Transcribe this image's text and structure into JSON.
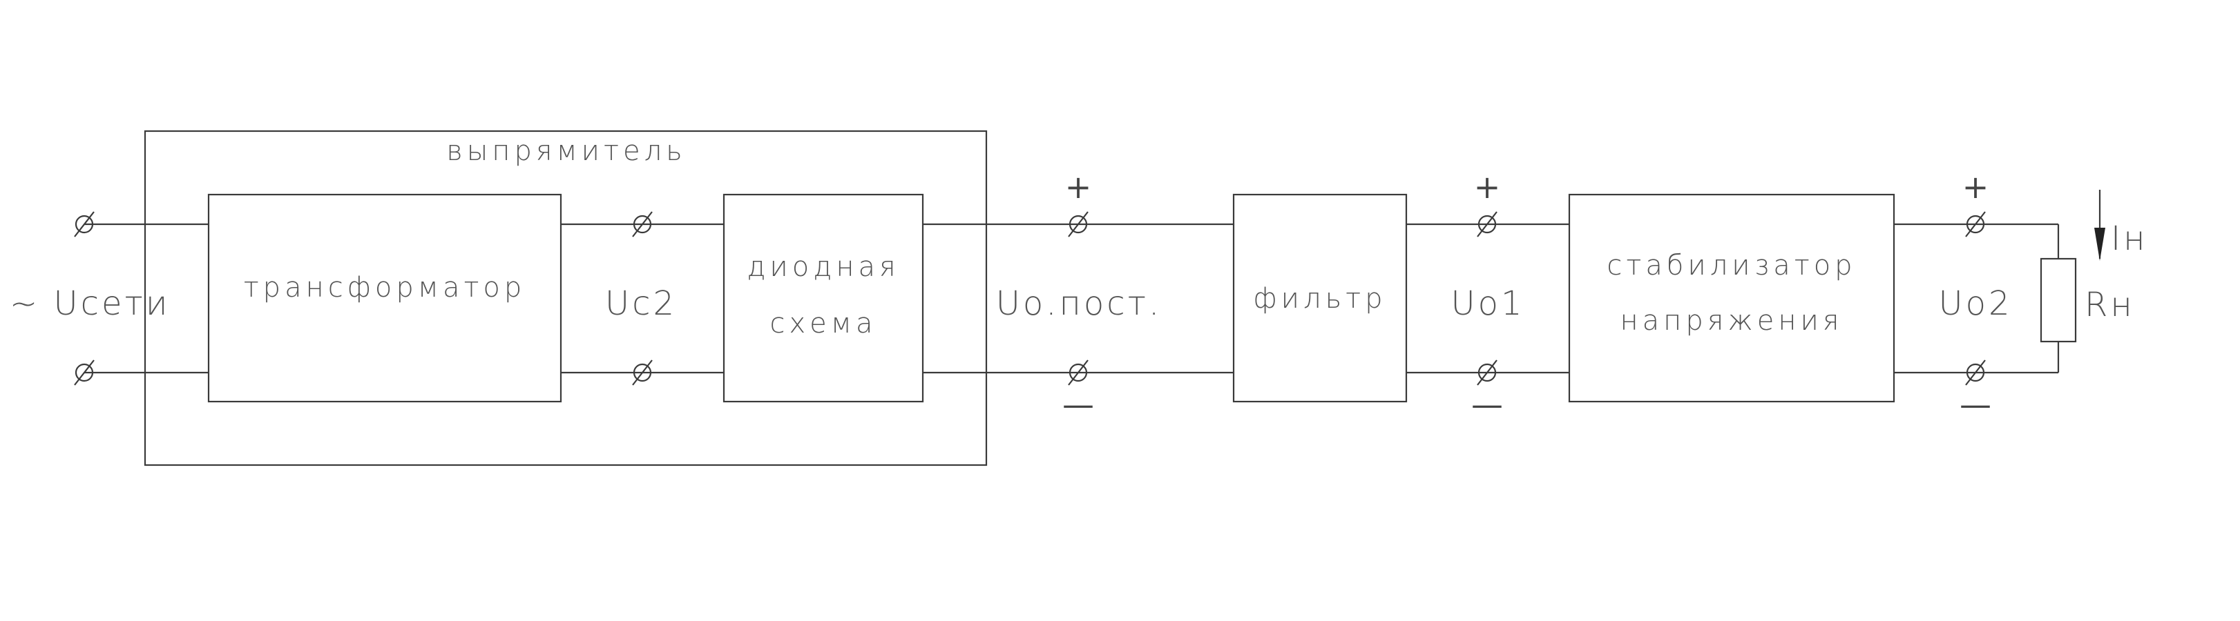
{
  "diagram": {
    "title": "",
    "input_label": "~ Uсети",
    "rectifier_label": "выпрямитель",
    "blocks": {
      "transformer": "трансформатор",
      "diode_line1": "диодная",
      "diode_line2": "схема",
      "filter": "фильтр",
      "stabilizer_line1": "стабилизатор",
      "stabilizer_line2": "напряжения"
    },
    "voltages": {
      "uc2": "Uс2",
      "u_dc": "Uо.пост.",
      "uo1": "Uо1",
      "uo2": "Uо2"
    },
    "load": {
      "current": "Iн",
      "resistor": "Rн"
    },
    "polarity": {
      "plus": "+",
      "minus": "—"
    },
    "line_color": "#3a3a3a",
    "text_color": "#555555"
  }
}
